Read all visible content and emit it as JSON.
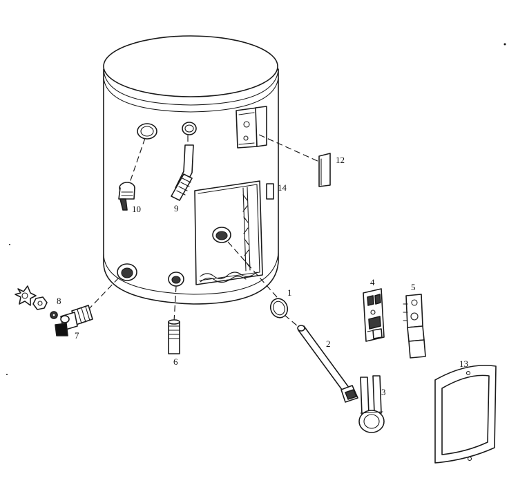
{
  "callouts": [
    {
      "id": "c1",
      "text": "1"
    },
    {
      "id": "c2",
      "text": "2"
    },
    {
      "id": "c3",
      "text": "3"
    },
    {
      "id": "c4",
      "text": "4"
    },
    {
      "id": "c5",
      "text": "5"
    },
    {
      "id": "c6",
      "text": "6"
    },
    {
      "id": "c7",
      "text": "7"
    },
    {
      "id": "c8",
      "text": "8"
    },
    {
      "id": "c9",
      "text": "9"
    },
    {
      "id": "c10",
      "text": "10"
    },
    {
      "id": "c12",
      "text": "12"
    },
    {
      "id": "c13",
      "text": "13"
    },
    {
      "id": "c14",
      "text": "14"
    }
  ]
}
